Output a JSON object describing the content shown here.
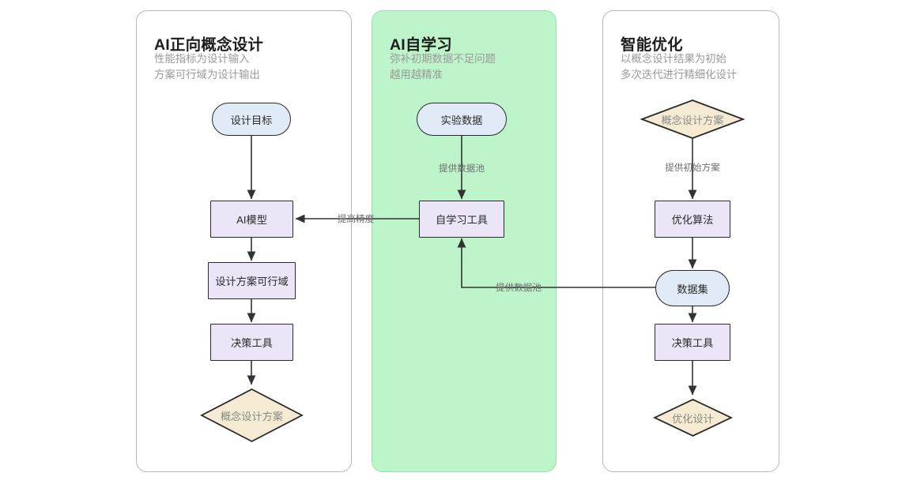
{
  "columns": [
    {
      "id": "ai-forward-concept-design",
      "title": "AI正向概念设计",
      "subtitle_line1": "性能指标为设计输入",
      "subtitle_line2": "方案可行域为设计输出",
      "highlight": false,
      "panel_fill": "#ffffff",
      "panel_border": "#b9b9b9"
    },
    {
      "id": "ai-self-learning",
      "title": "AI自学习",
      "subtitle_line1": "弥补初期数据不足问题",
      "subtitle_line2": "越用越精准",
      "highlight": true,
      "panel_fill": "#bdf4c9",
      "panel_border": "#8fe6a6"
    },
    {
      "id": "intelligent-optimization",
      "title": "智能优化",
      "subtitle_line1": "以概念设计结果为初始",
      "subtitle_line2": "多次迭代进行精细化设计",
      "highlight": false,
      "panel_fill": "#ffffff",
      "panel_border": "#b9b9b9"
    }
  ],
  "nodes": {
    "design_goal": {
      "label": "设计目标",
      "shape": "stadium",
      "fill": "#e1ebf8"
    },
    "ai_model": {
      "label": "AI模型",
      "shape": "rect",
      "fill": "#ebe5f7"
    },
    "feasible_domain": {
      "label": "设计方案可行域",
      "shape": "rect",
      "fill": "#ebe5f7"
    },
    "decision_tool_left": {
      "label": "决策工具",
      "shape": "rect",
      "fill": "#ebe5f7"
    },
    "concept_scheme_left": {
      "label": "概念设计方案",
      "shape": "diamond",
      "fill": "#f5ebd3"
    },
    "experiment_data": {
      "label": "实验数据",
      "shape": "stadium",
      "fill": "#e1ebf8"
    },
    "self_learning_tool": {
      "label": "自学习工具",
      "shape": "rect",
      "fill": "#ebe5f7"
    },
    "concept_scheme_right": {
      "label": "概念设计方案",
      "shape": "diamond",
      "fill": "#f5ebd3"
    },
    "optimization_algorithm": {
      "label": "优化算法",
      "shape": "rect",
      "fill": "#ebe5f7"
    },
    "dataset": {
      "label": "数据集",
      "shape": "stadium",
      "fill": "#e1ebf8"
    },
    "decision_tool_right": {
      "label": "决策工具",
      "shape": "rect",
      "fill": "#ebe5f7"
    },
    "optimized_design": {
      "label": "优化设计",
      "shape": "diamond",
      "fill": "#f5ebd3"
    }
  },
  "edge_labels": {
    "provide_data_pool_mid": "提供数据池",
    "improve_accuracy": "提高精度",
    "provide_data_pool_cross": "提供数据池",
    "provide_initial_scheme": "提供初始方案"
  },
  "colors": {
    "stadium_fill": "#e1ebf8",
    "rect_fill": "#ebe5f7",
    "diamond_fill": "#f5ebd3",
    "node_stroke": "#2b2b2b",
    "edge_stroke": "#333333",
    "highlight_panel": "#bdf4c9",
    "title_text": "#1d1d1d",
    "subtitle_text": "#9a9a9a",
    "edge_label_text": "#6e6e6e"
  }
}
